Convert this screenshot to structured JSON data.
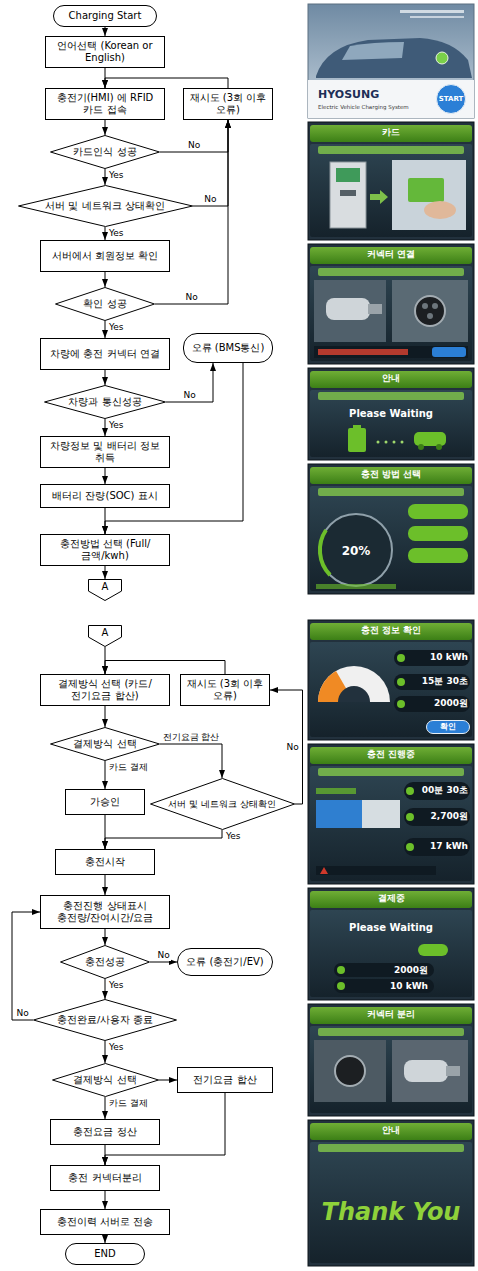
{
  "diagram": {
    "nodes": [
      {
        "text": [
          "Charging Start"
        ]
      },
      {
        "text": [
          "언어선택 (Korean or English)"
        ]
      },
      {
        "text": [
          "재시도 (3회 이후 오류)"
        ]
      },
      {
        "text": [
          "충전기(HMI) 에 RFID 카드 접속"
        ]
      },
      {
        "text": [
          "카드인식 성공"
        ]
      },
      {
        "text": [
          "서버 및 네트워크 상태확인"
        ]
      },
      {
        "text": [
          "서버에서 회원정보 확인"
        ]
      },
      {
        "text": [
          "확인 성공"
        ]
      },
      {
        "text": [
          "차량에 충전 커넥터 연결"
        ]
      },
      {
        "text": [
          "오류 (BMS통신)"
        ]
      },
      {
        "text": [
          "차량과 통신성공"
        ]
      },
      {
        "text": [
          "차량정보 및 배터리 정보 취득"
        ]
      },
      {
        "text": [
          "배터리 잔량(SOC) 표시"
        ]
      },
      {
        "text": [
          "충전방법 선택 (Full/금액/kwh)"
        ]
      },
      {
        "text": [
          "A"
        ]
      },
      {
        "text": [
          "A"
        ]
      },
      {
        "text": [
          "결제방식 선택 (카드/전기요금 합산)"
        ]
      },
      {
        "text": [
          "재시도 (3회 이후 오류)"
        ]
      },
      {
        "text": [
          "결제방식 선택"
        ]
      },
      {
        "text": [
          "서버 및 네트워크 상태확인"
        ]
      },
      {
        "text": [
          "가승인"
        ]
      },
      {
        "text": [
          "충전시작"
        ]
      },
      {
        "text": [
          "충전진행 상태표시 충전량/잔여시간/요금"
        ]
      },
      {
        "text": [
          "충전성공"
        ]
      },
      {
        "text": [
          "오류 (충전기/EV)"
        ]
      },
      {
        "text": [
          "충전완료/사용자 종료"
        ]
      },
      {
        "text": [
          "결제방식 선택"
        ]
      },
      {
        "text": [
          "전기요금 합산"
        ]
      },
      {
        "text": [
          "충전요금 정산"
        ]
      },
      {
        "text": [
          "충전 커넥터분리"
        ]
      },
      {
        "text": [
          "충전이력 서버로 전송"
        ]
      },
      {
        "text": [
          "END"
        ]
      },
      {
        "text": [
          "HYOSUNG",
          "Electric Vehicle Charging System"
        ]
      },
      {
        "text": [
          "START"
        ],
        "in": 32
      },
      {
        "text": [
          "카드"
        ]
      },
      {
        "text": [
          "커넥터 연결"
        ]
      },
      {
        "text": [
          "안내",
          "Please Waiting"
        ]
      },
      {
        "text": [
          "충전 방법 선택",
          "20%"
        ]
      },
      {
        "text": [
          "충전 정보 확인",
          "10 kWh",
          "15분 30초",
          "2000원"
        ]
      },
      {
        "text": [
          "확인"
        ],
        "in": 38
      },
      {
        "text": [
          "충전 진행중",
          "00분 30초",
          "2,700원",
          "17 kWh"
        ]
      },
      {
        "text": [
          "결제중",
          "Please Waiting",
          "2000원",
          "10 kWh"
        ]
      },
      {
        "text": [
          "커넥터 분리"
        ]
      },
      {
        "text": [
          "안내",
          "Thank You"
        ]
      }
    ],
    "edges": [
      {
        "from": 0,
        "to": 1,
        "arrow": "to"
      },
      {
        "from": 1,
        "to": 3,
        "arrow": "to"
      },
      {
        "from": 2,
        "to": 3,
        "arrow": "to"
      },
      {
        "from": 3,
        "to": 4,
        "arrow": "to"
      },
      {
        "from": 4,
        "to": 5,
        "label": "Yes",
        "arrow": "to"
      },
      {
        "from": 4,
        "to": 2,
        "label": "No",
        "arrow": "to"
      },
      {
        "from": 5,
        "to": 6,
        "label": "Yes",
        "arrow": "to"
      },
      {
        "from": 5,
        "to": 2,
        "label": "No",
        "arrow": "to"
      },
      {
        "from": 6,
        "to": 7,
        "arrow": "to"
      },
      {
        "from": 7,
        "to": 8,
        "label": "Yes",
        "arrow": "to"
      },
      {
        "from": 7,
        "to": 2,
        "label": "No",
        "arrow": "to"
      },
      {
        "from": 8,
        "to": 10,
        "arrow": "to"
      },
      {
        "from": 10,
        "to": 11,
        "label": "Yes",
        "arrow": "to"
      },
      {
        "from": 10,
        "to": 9,
        "label": "No",
        "arrow": "to"
      },
      {
        "from": 11,
        "to": 12,
        "arrow": "to"
      },
      {
        "from": 12,
        "to": 13,
        "arrow": "to"
      },
      {
        "from": 9,
        "to": 13,
        "arrow": "to"
      },
      {
        "from": 13,
        "to": 14,
        "arrow": "to"
      },
      {
        "from": 15,
        "to": 16,
        "arrow": "to"
      },
      {
        "from": 16,
        "to": 18,
        "arrow": "to"
      },
      {
        "from": 18,
        "to": 20,
        "label": "카드 결제",
        "arrow": "to"
      },
      {
        "from": 18,
        "to": 19,
        "label": "전기요금 합산",
        "arrow": "to"
      },
      {
        "from": 19,
        "to": 17,
        "label": "No",
        "arrow": "to"
      },
      {
        "from": 17,
        "to": 16,
        "arrow": "to"
      },
      {
        "from": 19,
        "to": 21,
        "label": "Yes",
        "arrow": "to"
      },
      {
        "from": 20,
        "to": 21,
        "arrow": "to"
      },
      {
        "from": 21,
        "to": 22,
        "arrow": "to"
      },
      {
        "from": 22,
        "to": 23,
        "arrow": "to"
      },
      {
        "from": 23,
        "to": 24,
        "label": "No",
        "arrow": "to"
      },
      {
        "from": 23,
        "to": 25,
        "label": "Yes",
        "arrow": "to"
      },
      {
        "from": 25,
        "to": 22,
        "label": "No",
        "arrow": "to"
      },
      {
        "from": 25,
        "to": 26,
        "label": "Yes",
        "arrow": "to"
      },
      {
        "from": 26,
        "to": 28,
        "label": "카드 결제",
        "arrow": "to"
      },
      {
        "from": 26,
        "to": 27,
        "arrow": "to"
      },
      {
        "from": 27,
        "to": 29,
        "arrow": "to"
      },
      {
        "from": 28,
        "to": 29,
        "arrow": "to"
      },
      {
        "from": 29,
        "to": 30,
        "arrow": "to"
      },
      {
        "from": 30,
        "to": 31,
        "arrow": "to"
      }
    ]
  }
}
